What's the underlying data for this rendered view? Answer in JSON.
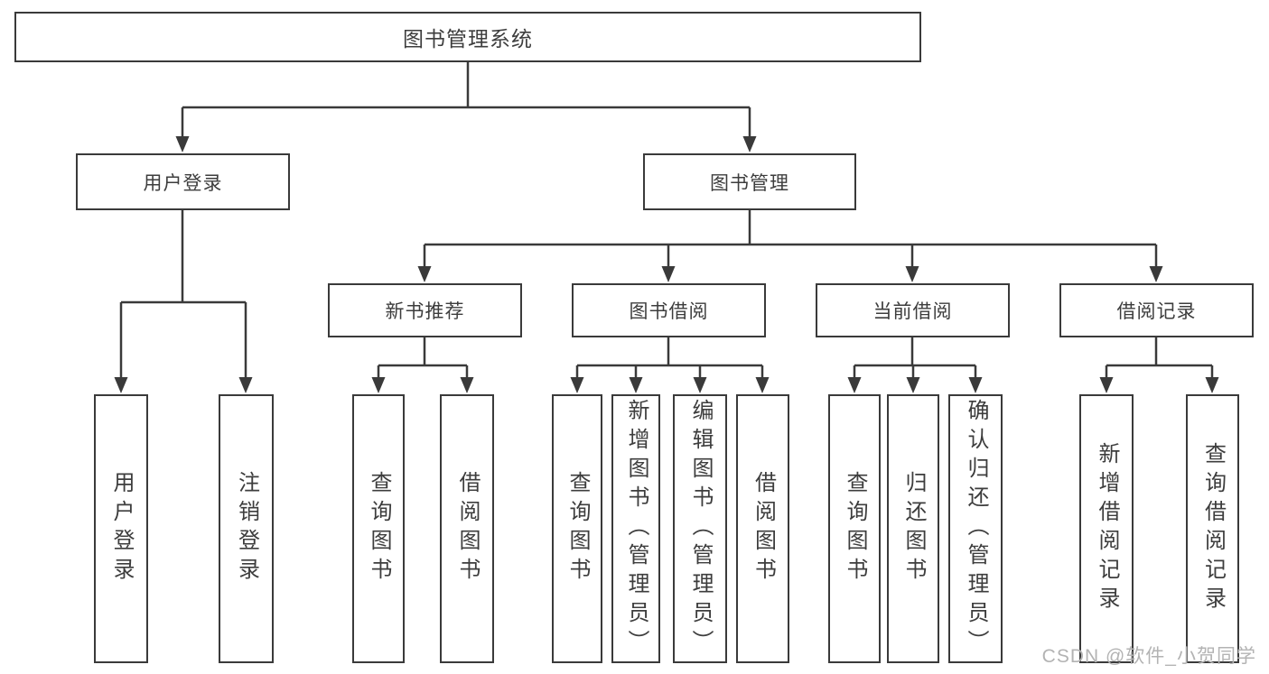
{
  "tree": {
    "root": {
      "label": "图书管理系统"
    },
    "branches": [
      {
        "label": "用户登录",
        "children": [
          {
            "label": "用户登录"
          },
          {
            "label": "注销登录"
          }
        ]
      },
      {
        "label": "图书管理",
        "children": [
          {
            "label": "新书推荐",
            "children": [
              {
                "label": "查询图书"
              },
              {
                "label": "借阅图书"
              }
            ]
          },
          {
            "label": "图书借阅",
            "children": [
              {
                "label": "查询图书"
              },
              {
                "label": "新增图书（管理员）"
              },
              {
                "label": "编辑图书（管理员）"
              },
              {
                "label": "借阅图书"
              }
            ]
          },
          {
            "label": "当前借阅",
            "children": [
              {
                "label": "查询图书"
              },
              {
                "label": "归还图书"
              },
              {
                "label": "确认归还（管理员）"
              }
            ]
          },
          {
            "label": "借阅记录",
            "children": [
              {
                "label": "新增借阅记录"
              },
              {
                "label": "查询借阅记录"
              }
            ]
          }
        ]
      }
    ]
  },
  "watermark": {
    "text": "CSDN @软件_小贺同学"
  },
  "colors": {
    "line": "#3a3a3a",
    "box_border": "#3a3a3a",
    "box_fill": "#ffffff",
    "text": "#3d3d3d",
    "watermark": "#b3b3b3",
    "background": "#ffffff"
  }
}
